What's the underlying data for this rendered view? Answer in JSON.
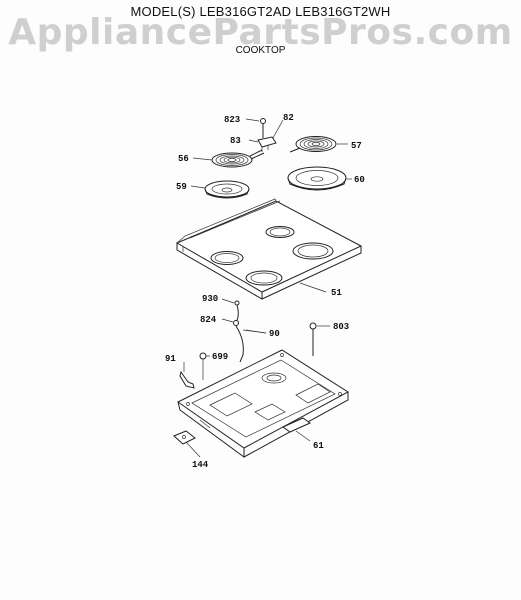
{
  "header": {
    "models_label": "MODEL(S) LEB316GT2AD  LEB316GT2WH",
    "watermark": "AppliancePartsPros.com",
    "section_title": "COOKTOP"
  },
  "callouts": {
    "c823": "823",
    "c82": "82",
    "c83": "83",
    "c57": "57",
    "c56": "56",
    "c60": "60",
    "c59": "59",
    "c51": "51",
    "c930": "930",
    "c824": "824",
    "c90": "90",
    "c803": "803",
    "c91": "91",
    "c699": "699",
    "c61": "61",
    "c144": "144"
  }
}
